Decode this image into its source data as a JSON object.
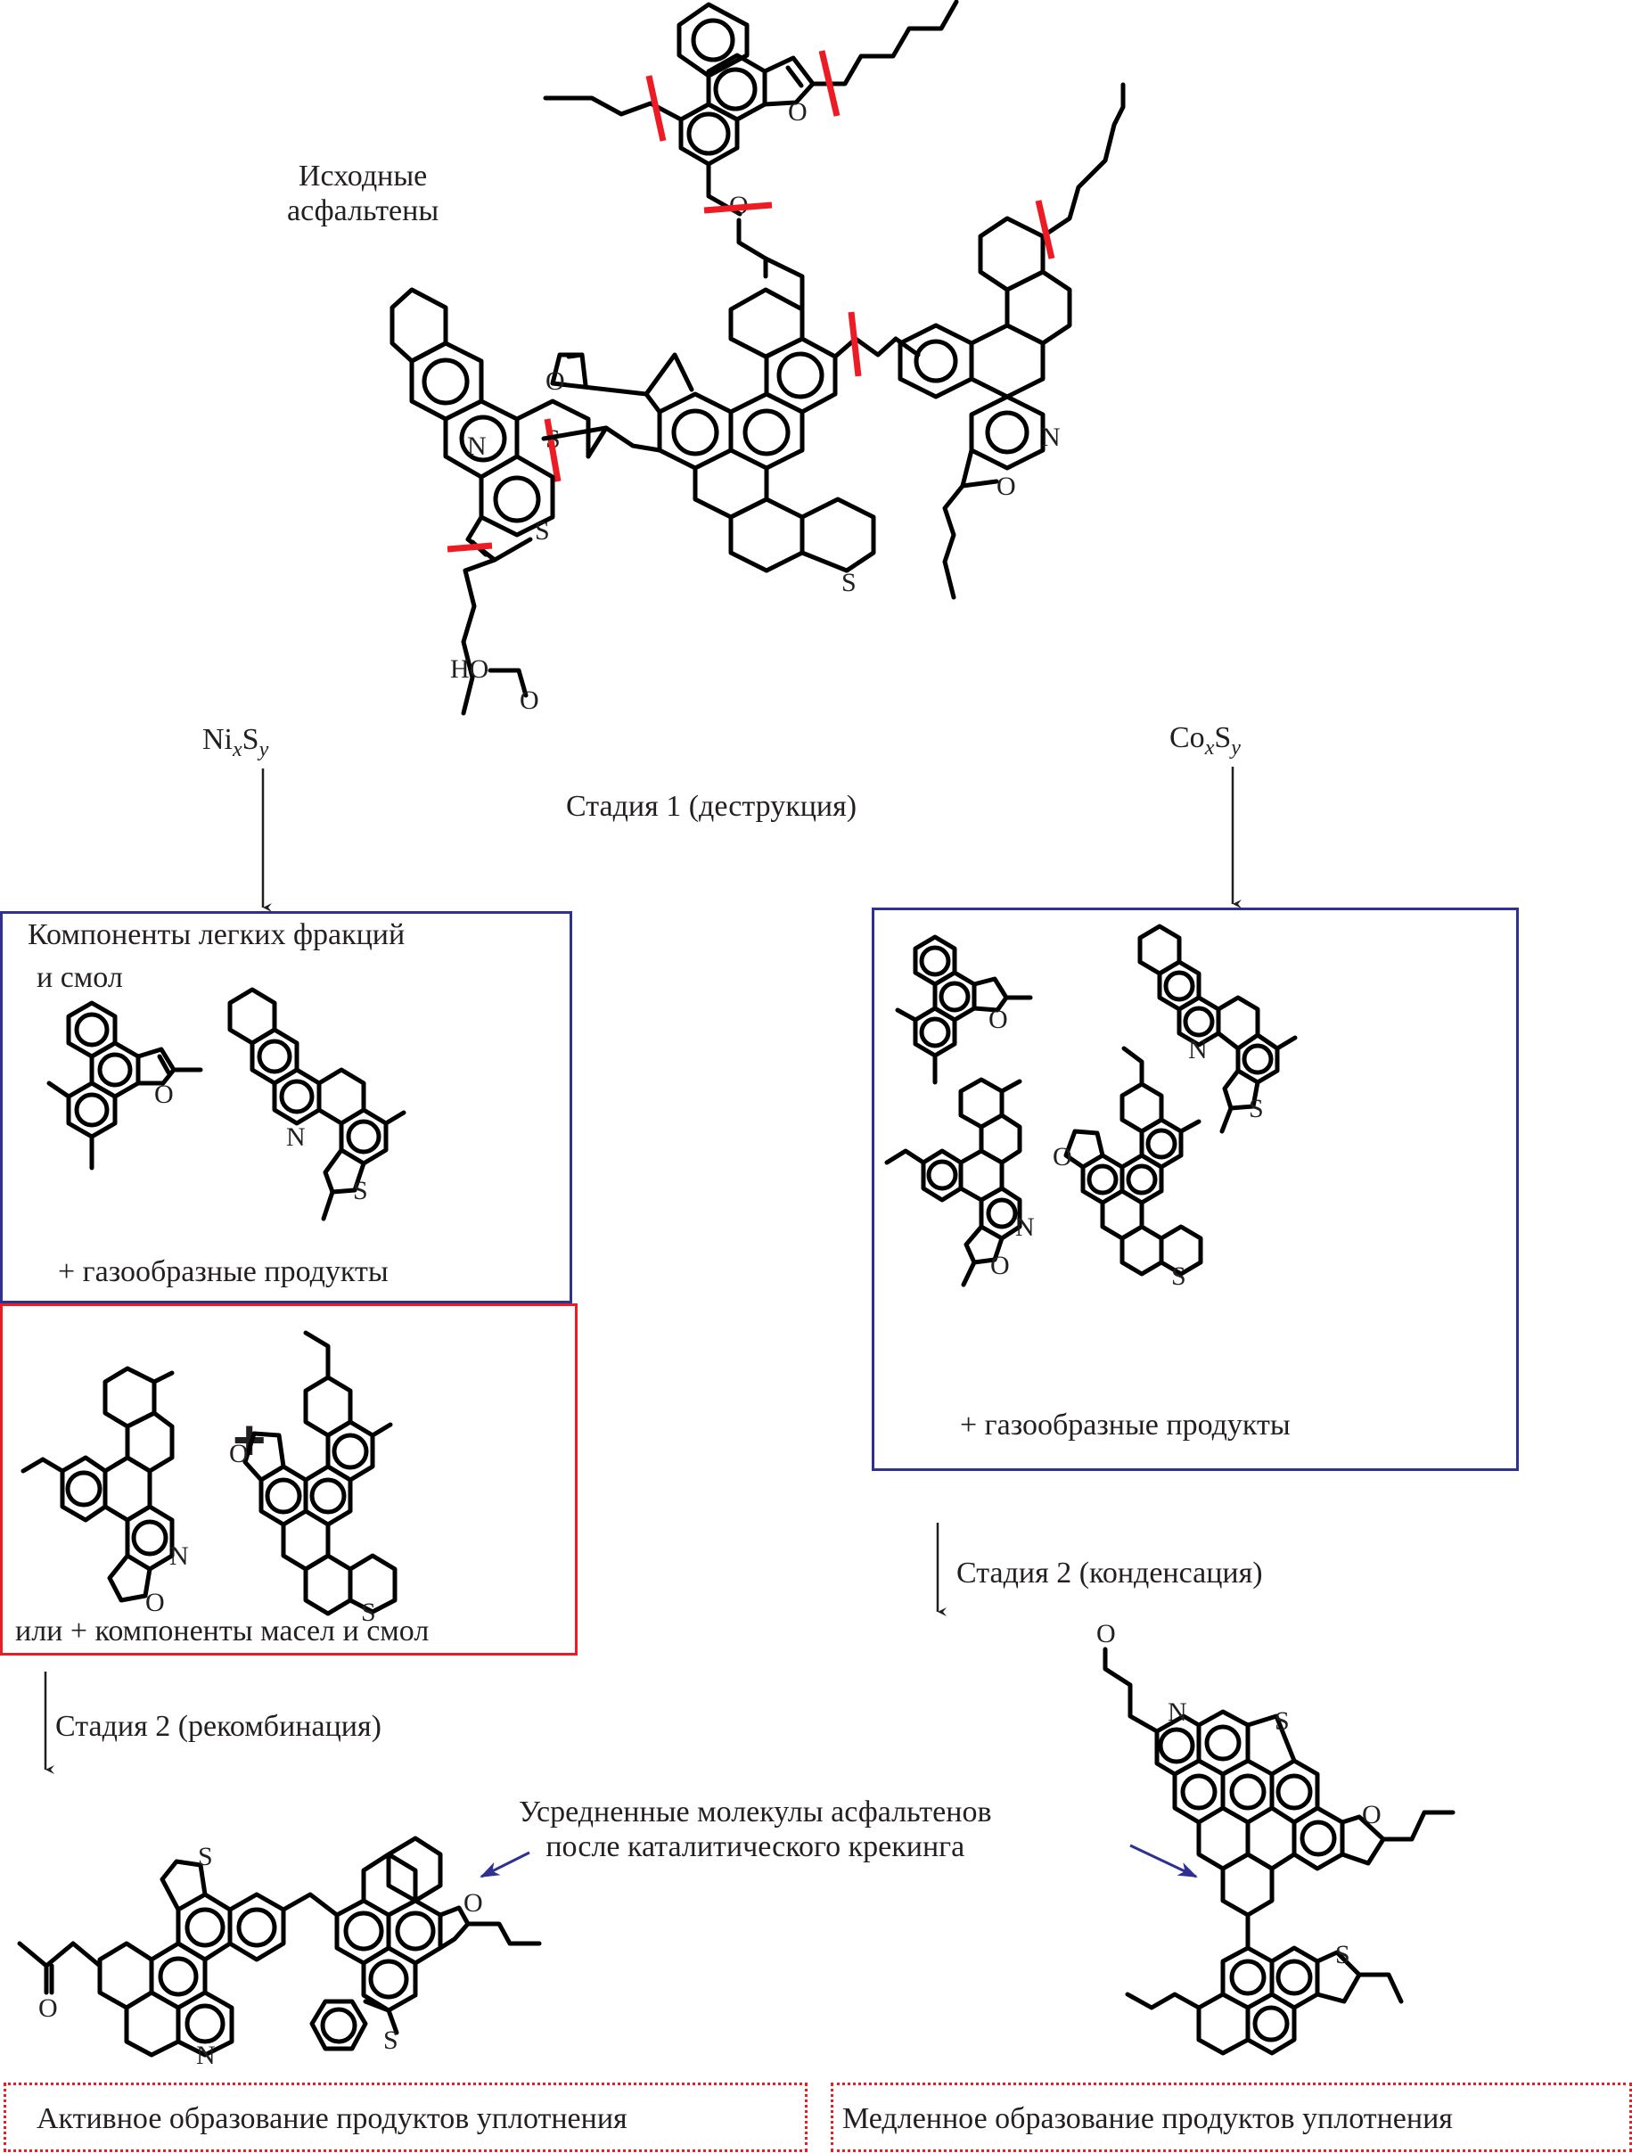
{
  "title_label": [
    "Исходные",
    "асфальтены"
  ],
  "catalysts": {
    "left": {
      "base1": "Ni",
      "sub1": "x",
      "base2": "S",
      "sub2": "y"
    },
    "right": {
      "base1": "Co",
      "sub1": "x",
      "base2": "S",
      "sub2": "y"
    }
  },
  "stage1": "Стадия 1 (деструкция)",
  "left_box": {
    "title_line1": "Компоненты легких фракций",
    "title_line2": "и смол",
    "footer": "+ газообразные продукты"
  },
  "red_box": {
    "plus": "+",
    "footer": "или + компоненты масел и смол"
  },
  "right_box": {
    "footer": "+ газообразные продукты"
  },
  "stage2_left": "Стадия 2 (рекомбинация)",
  "stage2_right": "Стадия 2 (конденсация)",
  "annotation": [
    "Усредненные молекулы асфальтенов",
    "после каталитического крекинга"
  ],
  "result_left": "Активное образование продуктов уплотнения",
  "result_right": "Медленное образование продуктов уплотнения",
  "atoms": {
    "O": "O",
    "N": "N",
    "S": "S",
    "HO": "HO"
  },
  "colors": {
    "blue_frame": "#2e3192",
    "red_frame": "#ed1c24",
    "cut_marks": "#ed1c24",
    "pointer_arrows": "#2e3192"
  }
}
